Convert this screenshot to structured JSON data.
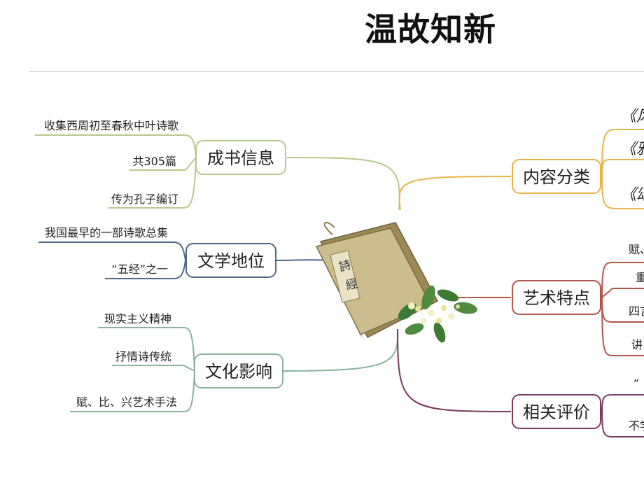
{
  "title": "温故知新",
  "center": {
    "book_label_top": "詩",
    "book_label_bottom": "經"
  },
  "branches": {
    "chengshu": {
      "label": "成书信息",
      "leaves": [
        "收集西周初至春秋中叶诗歌",
        "共305篇",
        "传为孔子编订"
      ]
    },
    "wenxue": {
      "label": "文学地位",
      "leaves": [
        "我国最早的一部诗歌总集",
        "“五经”之一"
      ]
    },
    "wenhua": {
      "label": "文化影响",
      "leaves": [
        "现实主义精神",
        "抒情诗传统",
        "赋、比、兴艺术手法"
      ]
    },
    "neirong": {
      "label": "内容分类",
      "leaves": [
        "《风",
        "《雅",
        "《颂"
      ]
    },
    "yishu": {
      "label": "艺术特点",
      "leaves": [
        "赋、",
        "重",
        "四言",
        "讲"
      ]
    },
    "xiangguan": {
      "label": "相关评价",
      "leaves": [
        "“",
        "不学"
      ]
    }
  },
  "colors": {
    "chengshu": "#b7c98a",
    "wenxue": "#4e6a86",
    "wenhua": "#89b39a",
    "neirong": "#e8b44a",
    "yishu": "#b5544a",
    "xiangguan": "#7a3a5e"
  }
}
